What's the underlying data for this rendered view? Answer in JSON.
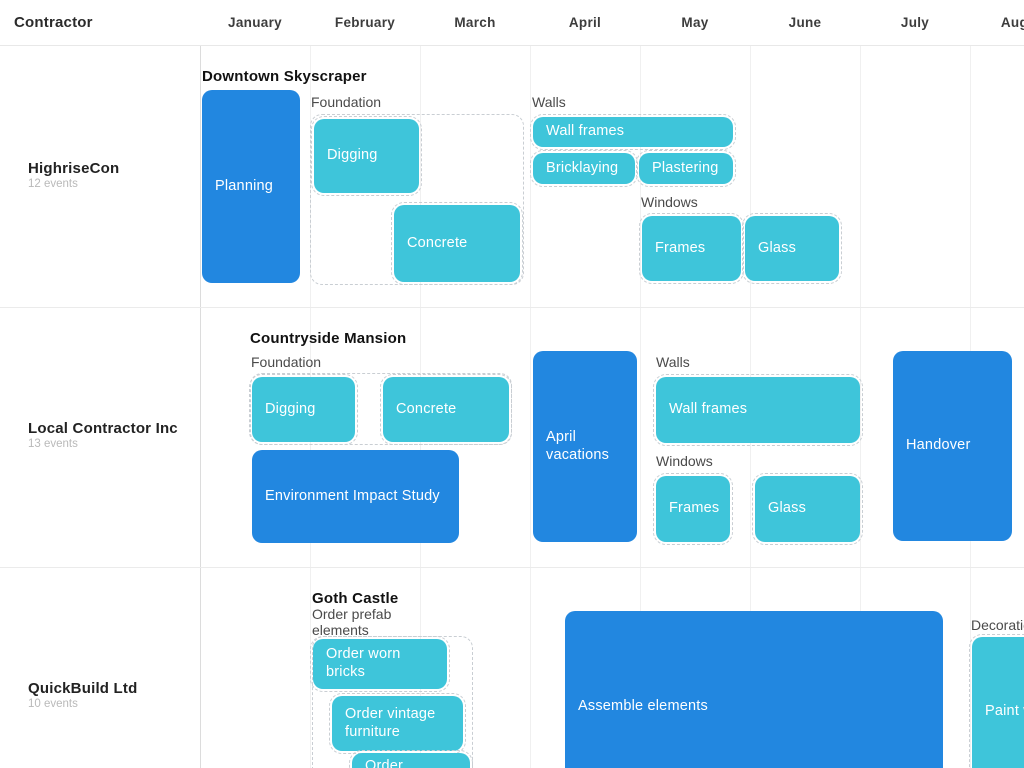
{
  "header": {
    "contractor_label": "Contractor",
    "months": [
      "January",
      "February",
      "March",
      "April",
      "May",
      "June",
      "July",
      "August"
    ]
  },
  "colors": {
    "event_blue": "#2287e0",
    "event_teal": "#3ec5da",
    "grid_line": "#f0f0f0",
    "dashed_group_border": "#c9ced3"
  },
  "contractors": [
    {
      "name": "HighriseCon",
      "events": "12 events",
      "project": "Downtown Skyscraper",
      "tasks": {
        "planning": "Planning"
      },
      "groups": {
        "foundation": {
          "label": "Foundation",
          "tasks": {
            "digging": "Digging",
            "concrete": "Concrete"
          }
        },
        "walls": {
          "label": "Walls",
          "tasks": {
            "wall_frames": "Wall frames",
            "bricklaying": "Bricklaying",
            "plastering": "Plastering"
          }
        },
        "windows": {
          "label": "Windows",
          "tasks": {
            "frames": "Frames",
            "glass": "Glass"
          }
        }
      }
    },
    {
      "name": "Local Contractor Inc",
      "events": "13 events",
      "project": "Countryside Mansion",
      "tasks": {
        "environment_impact_study": "Environment Impact Study",
        "april_vacations": "April vacations",
        "handover": "Handover"
      },
      "groups": {
        "foundation": {
          "label": "Foundation",
          "tasks": {
            "digging": "Digging",
            "concrete": "Concrete"
          }
        },
        "walls": {
          "label": "Walls",
          "tasks": {
            "wall_frames": "Wall frames"
          }
        },
        "windows": {
          "label": "Windows",
          "tasks": {
            "frames": "Frames",
            "glass": "Glass"
          }
        }
      }
    },
    {
      "name": "QuickBuild Ltd",
      "events": "10 events",
      "project": "Goth Castle",
      "tasks": {
        "assemble_elements": "Assemble elements"
      },
      "groups": {
        "order_prefab": {
          "label": "Order prefab elements",
          "tasks": {
            "order_worn_bricks": "Order worn bricks",
            "order_vintage_furniture": "Order vintage furniture",
            "order_gargoyles": "Order gargoyles"
          }
        },
        "decoration": {
          "label": "Decoration",
          "tasks": {
            "paint_walls": "Paint walls"
          }
        }
      }
    }
  ]
}
